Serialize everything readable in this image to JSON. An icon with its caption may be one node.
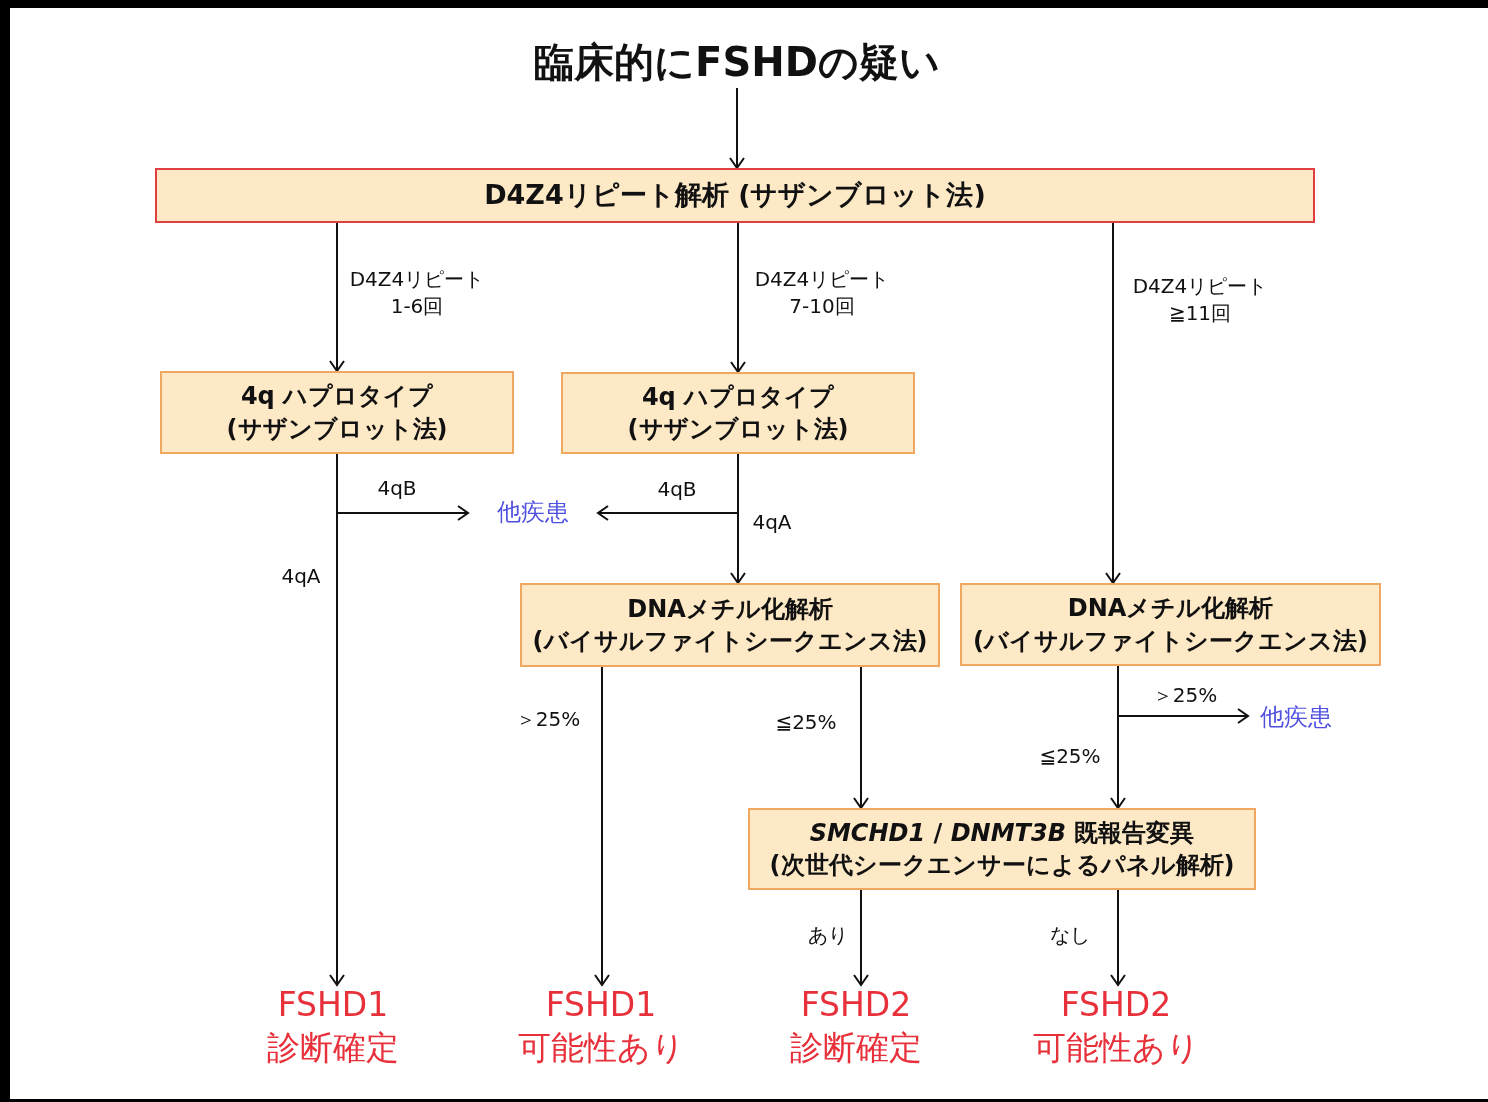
{
  "diagram": {
    "nodes": [
      {
        "text": [
          "臨床的にFSHDの疑い"
        ]
      },
      {
        "text": [
          "D4Z4リピート解析 (サザンブロット法)"
        ]
      },
      {
        "text": [
          "4q ハプロタイプ",
          "(サザンブロット法)"
        ]
      },
      {
        "text": [
          "4q ハプロタイプ",
          "(サザンブロット法)"
        ]
      },
      {
        "text": [
          "他疾患"
        ]
      },
      {
        "text": [
          "DNAメチル化解析",
          "(バイサルファイトシークエンス法)"
        ]
      },
      {
        "text": [
          "DNAメチル化解析",
          "(バイサルファイトシークエンス法)"
        ]
      },
      {
        "text": [
          "他疾患"
        ]
      },
      {
        "text": [
          "*SMCHD1* / *DNMT3B* 既報告変異",
          "(次世代シークエンサーによるパネル解析)"
        ]
      },
      {
        "text": [
          "FSHD1",
          "診断確定"
        ]
      },
      {
        "text": [
          "FSHD1",
          "可能性あり"
        ]
      },
      {
        "text": [
          "FSHD2",
          "診断確定"
        ]
      },
      {
        "text": [
          "FSHD2",
          "可能性あり"
        ]
      }
    ],
    "edges": [
      {
        "from": 0,
        "to": 1,
        "arrow": "to"
      },
      {
        "from": 1,
        "to": 2,
        "arrow": "to",
        "label": "D4Z4リピート 1-6回"
      },
      {
        "from": 1,
        "to": 3,
        "arrow": "to",
        "label": "D4Z4リピート 7-10回"
      },
      {
        "from": 1,
        "to": 6,
        "arrow": "to",
        "label": "D4Z4リピート ≧11回"
      },
      {
        "from": 2,
        "to": 4,
        "arrow": "to",
        "label": "4qB"
      },
      {
        "from": 2,
        "to": 9,
        "arrow": "to",
        "label": "4qA"
      },
      {
        "from": 3,
        "to": 4,
        "arrow": "to",
        "label": "4qB"
      },
      {
        "from": 3,
        "to": 5,
        "arrow": "to",
        "label": "4qA"
      },
      {
        "from": 5,
        "to": 10,
        "arrow": "to",
        "label": "＞25%"
      },
      {
        "from": 5,
        "to": 8,
        "arrow": "to",
        "label": "≦25%"
      },
      {
        "from": 6,
        "to": 7,
        "arrow": "to",
        "label": "＞25%"
      },
      {
        "from": 6,
        "to": 8,
        "arrow": "to",
        "label": "≦25%"
      },
      {
        "from": 8,
        "to": 11,
        "arrow": "to",
        "label": "あり"
      },
      {
        "from": 8,
        "to": 12,
        "arrow": "to",
        "label": "なし"
      }
    ]
  }
}
